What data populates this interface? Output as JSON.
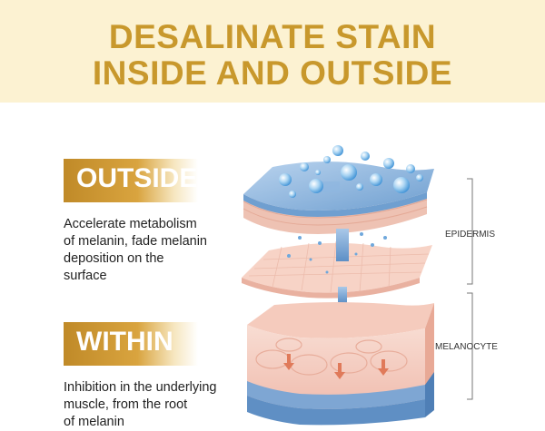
{
  "header": {
    "line1": "DESALINATE STAIN",
    "line2": "INSIDE AND OUTSIDE"
  },
  "outside": {
    "tag": "OUTSIDE",
    "description": "Accelerate metabolism\nof melanin, fade melanin\ndeposition on the\nsurface"
  },
  "within": {
    "tag": "WITHIN",
    "description": "Inhibition in the underlying\nmuscle, from the root\nof melanin"
  },
  "labels": {
    "epidermis": "EPIDERMIS",
    "melanocyte": "MELANOCYTE"
  },
  "colors": {
    "banner_bg": "#fcf2d2",
    "title_gold": "#c8982c",
    "tag_gold": "#c08a28",
    "skin_blue": "#6f9fd0",
    "skin_pink": "#f3c9bc",
    "arrow_blue": "#7aa7d6"
  }
}
